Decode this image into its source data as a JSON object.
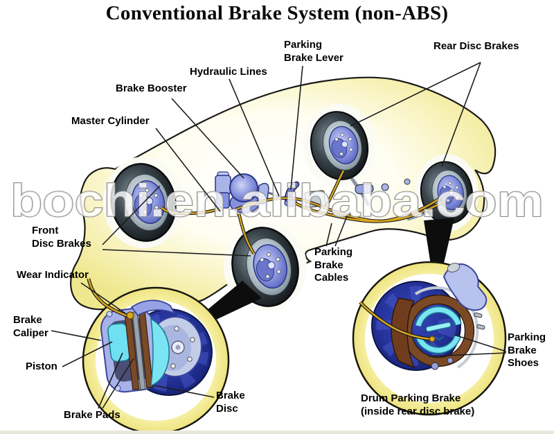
{
  "title": "Conventional Brake System (non-ABS)",
  "watermark": "bochi.en.alibaba.com",
  "labels": {
    "brake_booster": {
      "lines": [
        "Brake Booster"
      ]
    },
    "master_cylinder": {
      "lines": [
        "Master Cylinder"
      ]
    },
    "hydraulic_lines": {
      "lines": [
        "Hydraulic Lines"
      ]
    },
    "parking_brake_lever": {
      "lines": [
        "Parking",
        "Brake Lever"
      ]
    },
    "rear_disc_brakes": {
      "lines": [
        "Rear Disc Brakes"
      ]
    },
    "front_disc_brakes": {
      "lines": [
        "Front",
        "Disc Brakes"
      ]
    },
    "wear_indicator": {
      "lines": [
        "Wear Indicator"
      ]
    },
    "brake_caliper": {
      "lines": [
        "Brake",
        "Caliper"
      ]
    },
    "piston": {
      "lines": [
        "Piston"
      ]
    },
    "brake_pads": {
      "lines": [
        "Brake Pads"
      ]
    },
    "brake_disc": {
      "lines": [
        "Brake",
        "Disc"
      ]
    },
    "parking_brake_cables": {
      "lines": [
        "Parking",
        "Brake",
        "Cables"
      ]
    },
    "parking_brake_shoes": {
      "lines": [
        "Parking",
        "Brake",
        "Shoes"
      ]
    },
    "drum_parking_brake": {
      "lines": [
        "Drum Parking Brake",
        "(inside rear disc brake)"
      ]
    }
  },
  "colors": {
    "car_body_yellow": "#f2eb9d",
    "component_blue": "#8b95d9",
    "brake_disc_navy": "#1f2d8e",
    "pad_lining_cyan": "#7ae4f2",
    "shoe_brown": "#6f3d1e",
    "hydraulic_line_gold": "#d9a81e",
    "inset_ring_yellow": "#f7f2a6",
    "label_text": "#000000",
    "background": "#ffffff"
  }
}
